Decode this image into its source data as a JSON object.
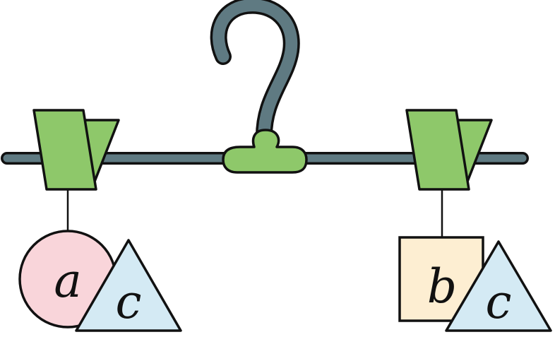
{
  "colors": {
    "bar": "#5f7a82",
    "hook": "#5f7a82",
    "clip": "#8ec86a",
    "outline": "#111111",
    "circle": "#f9d5da",
    "square": "#fdeed2",
    "triangle": "#d4eaf4"
  },
  "left_item": {
    "shape_label": "a",
    "triangle_label": "c"
  },
  "right_item": {
    "shape_label": "b",
    "triangle_label": "c"
  }
}
